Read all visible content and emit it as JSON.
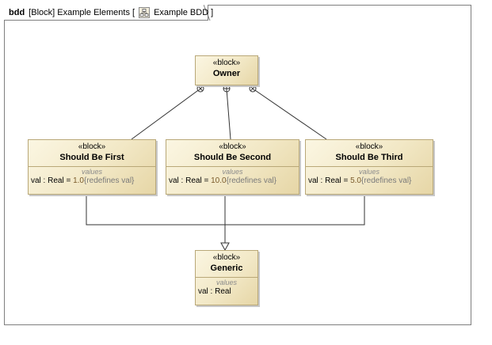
{
  "frame": {
    "kind": "bdd",
    "context": "[Block] Example Elements [",
    "icon": "bdd-diagram-icon",
    "diagram_name": "Example BDD",
    "close": "]"
  },
  "blocks": {
    "owner": {
      "stereotype": "«block»",
      "name": "Owner"
    },
    "first": {
      "stereotype": "«block»",
      "name": "Should Be First",
      "compartment": "values",
      "prop_decl": "val : Real = ",
      "prop_value": "1.0",
      "prop_constraint": "{redefines val}"
    },
    "second": {
      "stereotype": "«block»",
      "name": "Should Be Second",
      "compartment": "values",
      "prop_decl": "val : Real = ",
      "prop_value": "10.0",
      "prop_constraint": "{redefines val}"
    },
    "third": {
      "stereotype": "«block»",
      "name": "Should Be Third",
      "compartment": "values",
      "prop_decl": "val : Real = ",
      "prop_value": "5.0",
      "prop_constraint": "{redefines val}"
    },
    "generic": {
      "stereotype": "«block»",
      "name": "Generic",
      "compartment": "values",
      "prop_decl": "val : Real"
    }
  },
  "relations": [
    {
      "type": "containment",
      "from": "owner",
      "to": "first"
    },
    {
      "type": "containment",
      "from": "owner",
      "to": "second"
    },
    {
      "type": "containment",
      "from": "owner",
      "to": "third"
    },
    {
      "type": "generalization",
      "from": "first",
      "to": "generic"
    },
    {
      "type": "generalization",
      "from": "second",
      "to": "generic"
    },
    {
      "type": "generalization",
      "from": "third",
      "to": "generic"
    }
  ],
  "colors": {
    "block_fill": "#f2e8c6",
    "block_border": "#b9a878",
    "frame_border": "#7f7f7f"
  }
}
